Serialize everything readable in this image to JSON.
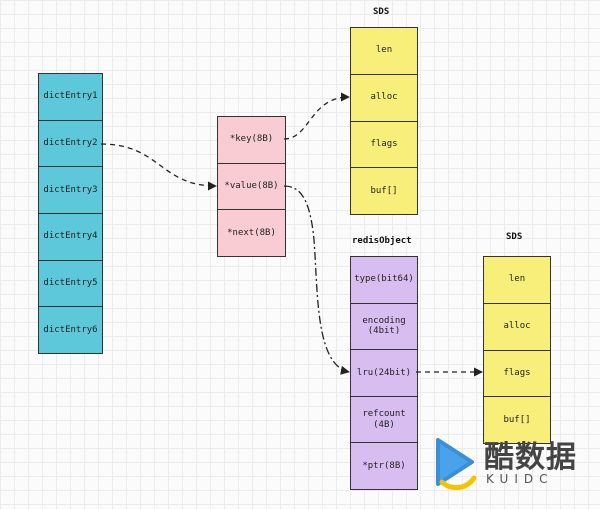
{
  "dict_entries": [
    "dictEntry1",
    "dictEntry2",
    "dictEntry3",
    "dictEntry4",
    "dictEntry5",
    "dictEntry6"
  ],
  "entry_fields": [
    "*key(8B)",
    "*value(8B)",
    "*next(8B)"
  ],
  "sds_top": {
    "title": "SDS",
    "fields": [
      "len",
      "alloc",
      "flags",
      "buf[]"
    ]
  },
  "redis_object": {
    "title": "redisObject",
    "fields": [
      "type(bit64)",
      "encoding\n(4bit)",
      "lru(24bit)",
      "refcount\n(4B)",
      "*ptr(8B)"
    ]
  },
  "sds_bottom": {
    "title": "SDS",
    "fields": [
      "len",
      "alloc",
      "flags",
      "buf[]"
    ]
  },
  "watermark": {
    "text": "酷数据",
    "subtext": "KUIDC"
  },
  "colors": {
    "dict_entry": "#5cc8da",
    "entry_fields": "#f8ccd2",
    "sds": "#f8ee7a",
    "redis_object": "#d8bdf0"
  }
}
